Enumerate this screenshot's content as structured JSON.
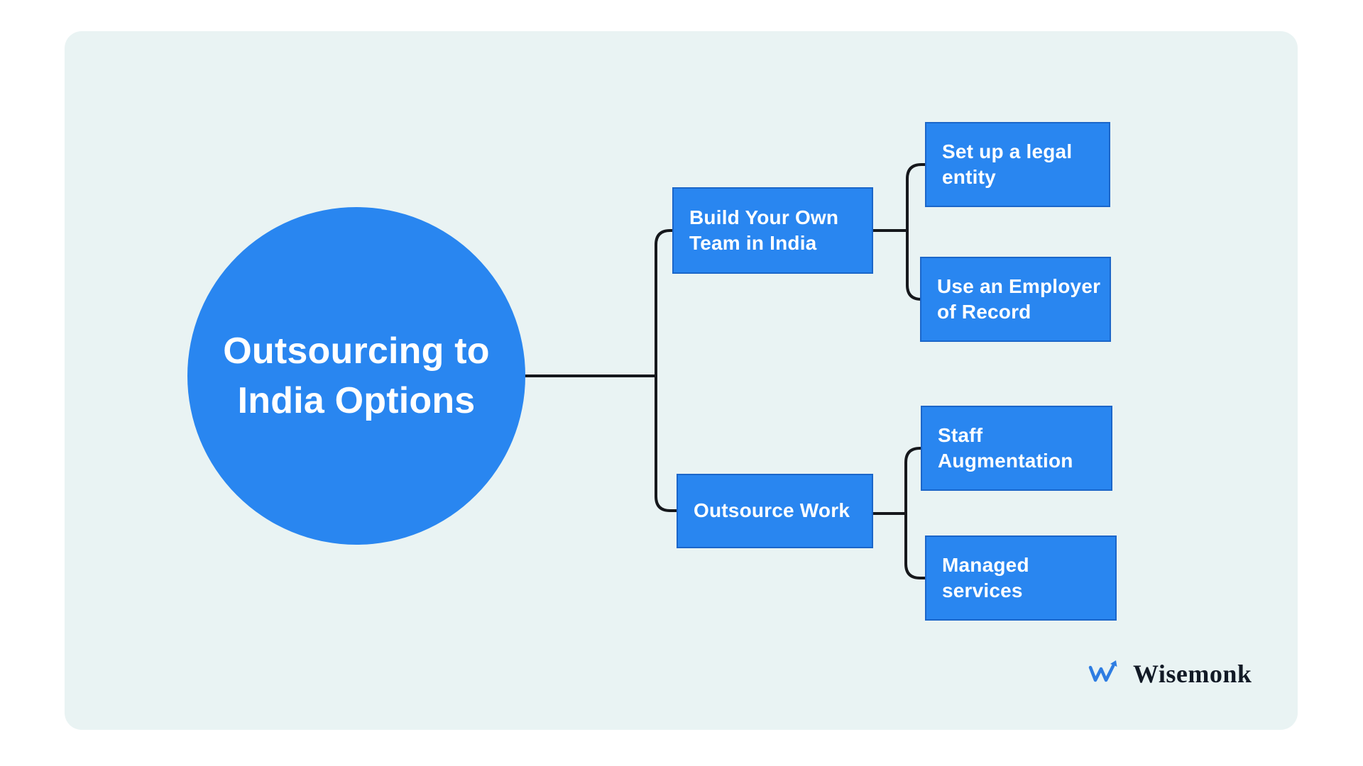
{
  "diagram": {
    "title": "Outsourcing to India Options",
    "type": "mind-map",
    "root": {
      "label": "Outsourcing to\nIndia Options"
    },
    "branches": [
      {
        "label": "Build Your Own\nTeam in India",
        "children": [
          {
            "label": "Set up a legal\nentity"
          },
          {
            "label": "Use an Employer\nof Record"
          }
        ]
      },
      {
        "label": "Outsource Work",
        "children": [
          {
            "label": "Staff\nAugmentation"
          },
          {
            "label": "Managed\nservices"
          }
        ]
      }
    ]
  },
  "brand": {
    "name": "Wisemonk",
    "icon": "w-trendline-arrow-icon"
  },
  "colors": {
    "card_background": "#E9F3F3",
    "page_background": "#FFFFFF",
    "node_fill": "#2986F0",
    "node_border": "#1B66C9",
    "node_text": "#FFFFFF",
    "connector": "#16181C",
    "brand_text": "#121A26",
    "brand_icon": "#2E7DE2"
  }
}
